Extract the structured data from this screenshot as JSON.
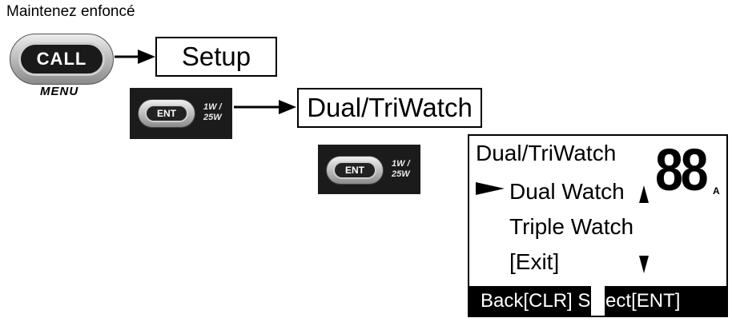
{
  "instruction": "Maintenez enfoncé",
  "call_button": {
    "label": "CALL",
    "sublabel": "MENU"
  },
  "steps": {
    "setup": "Setup",
    "dual_triwatch": "Dual/TriWatch"
  },
  "ent_button": {
    "label": "ENT",
    "power_line1": "1W /",
    "power_line2": "25W"
  },
  "lcd": {
    "title": "Dual/TriWatch",
    "channel": "88",
    "channel_suffix": "A",
    "items": [
      "Dual Watch",
      "Triple Watch",
      "[Exit]"
    ],
    "selected_index": 0,
    "softkeys": "Back[CLR] Select[ENT]"
  }
}
